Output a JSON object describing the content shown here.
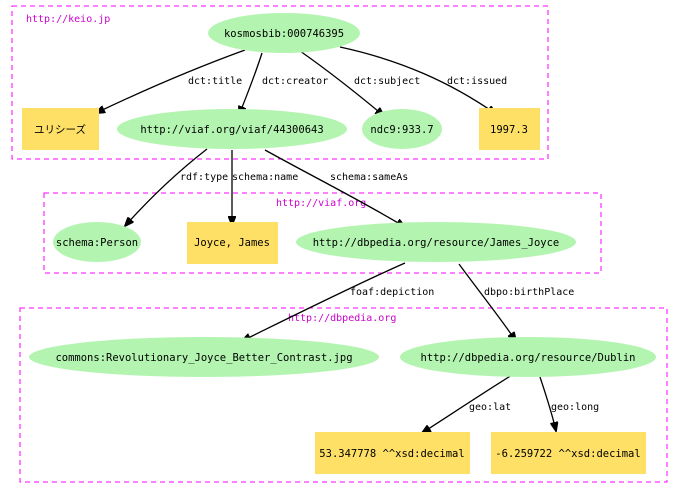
{
  "clusters": {
    "keio": "http://keio.jp",
    "viaf": "http://viaf.org",
    "dbpedia": "http://dbpedia.org"
  },
  "nodes": {
    "kosmosbib": "kosmosbib:000746395",
    "ulysses": "ユリシーズ",
    "viaf": "http://viaf.org/viaf/44300643",
    "ndc9": "ndc9:933.7",
    "year": "1997.3",
    "person": "schema:Person",
    "joyce_name": "Joyce, James",
    "dbpedia_joyce": "http://dbpedia.org/resource/James_Joyce",
    "commons": "commons:Revolutionary_Joyce_Better_Contrast.jpg",
    "dublin": "http://dbpedia.org/resource/Dublin",
    "lat": "53.347778 ^^xsd:decimal",
    "long": "-6.259722 ^^xsd:decimal"
  },
  "edges": {
    "title": "dct:title",
    "creator": "dct:creator",
    "subject": "dct:subject",
    "issued": "dct:issued",
    "type": "rdf:type",
    "name": "schema:name",
    "sameAs": "schema:sameAs",
    "depiction": "foaf:depiction",
    "birthPlace": "dbpo:birthPlace",
    "lat": "geo:lat",
    "long": "geo:long"
  }
}
